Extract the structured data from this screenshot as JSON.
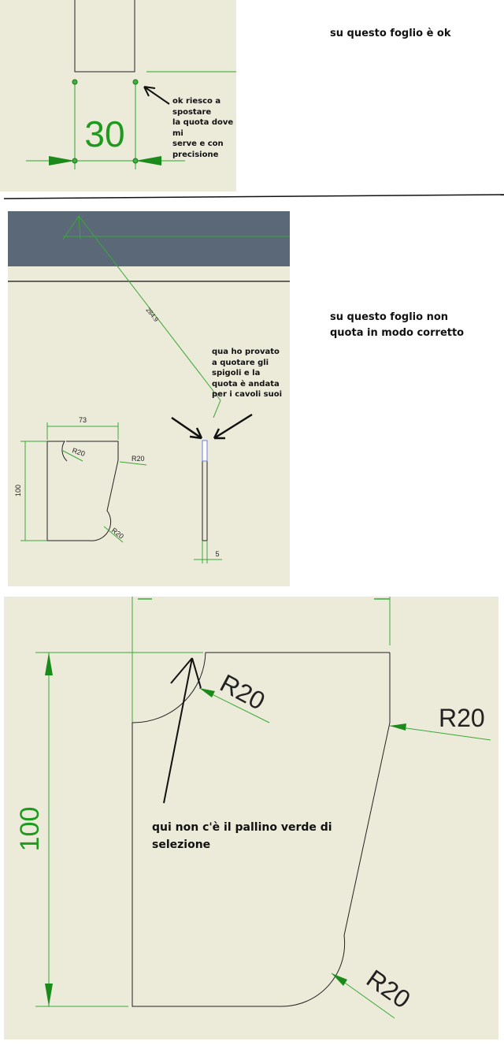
{
  "panel1": {
    "dimension_value": "30",
    "annotation_lines": [
      "ok riesco a spostare",
      "la quota dove mi",
      "serve e con",
      "precisione"
    ]
  },
  "note_top": "su questo foglio è ok",
  "panel2": {
    "diagonal_dimension": "284.9",
    "width_dimension": "73",
    "height_dimension": "100",
    "radius_labels": [
      "R20",
      "R20",
      "R20"
    ],
    "thickness_dimension": "5",
    "annotation_lines": [
      "qua ho provato",
      "a quotare gli",
      "spigoli e la",
      "quota è andata",
      "per i cavoli suoi"
    ]
  },
  "note_middle_lines": [
    "su questo foglio non",
    "quota in modo corretto"
  ],
  "panel3": {
    "height_dimension": "100",
    "radius_labels": [
      "R20",
      "R20",
      "R20"
    ],
    "annotation_lines": [
      "qui non c'è il pallino verde di",
      "selezione"
    ]
  },
  "colors": {
    "cad_background": "#ecebd9",
    "dimension_green": "#1f9a1f",
    "toolbar_slate": "#5a6878"
  }
}
